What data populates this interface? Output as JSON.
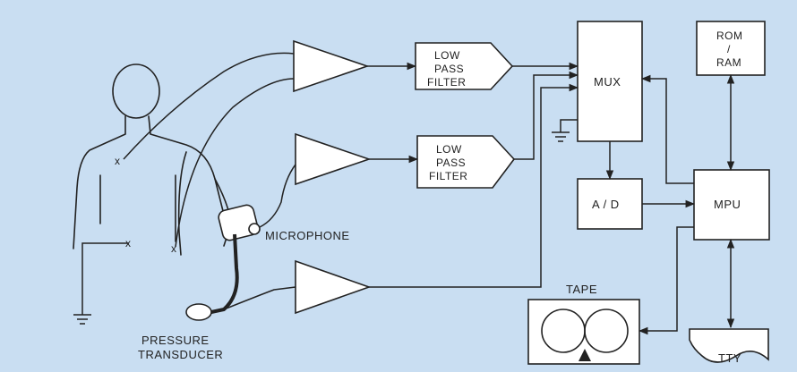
{
  "blocks": {
    "filter_top": [
      "LOW",
      "PASS",
      "FILTER"
    ],
    "filter_mid": [
      "LOW",
      "PASS",
      "FILTER"
    ],
    "mux": "MUX",
    "rom_ram": [
      "ROM",
      "/",
      "RAM"
    ],
    "adc": "A / D",
    "mpu": "MPU"
  },
  "labels": {
    "microphone": "MICROPHONE",
    "pressure": [
      "PRESSURE",
      "TRANSDUCER"
    ],
    "tape": "TAPE",
    "tty": "TTY",
    "electrode_mark": "x"
  },
  "colors": {
    "background": "#c9def2",
    "block_fill": "#ffffff",
    "line": "#222222"
  }
}
